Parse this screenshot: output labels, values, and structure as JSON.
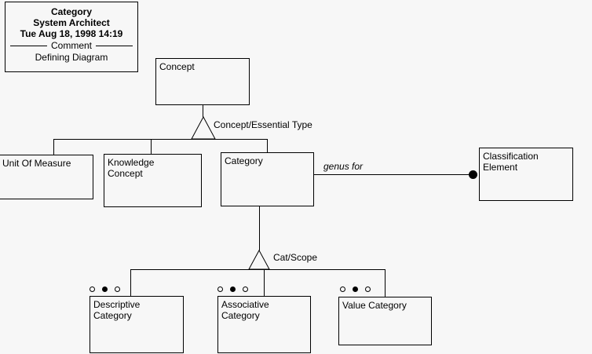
{
  "diagram": {
    "type": "uml-class-generalization-diagram",
    "background_color": "#f7f7f7",
    "line_color": "#000000"
  },
  "title_block": {
    "line1": "Category",
    "line2": "System Architect",
    "line3": "Tue Aug 18, 1998  14:19",
    "comment_label": "Comment",
    "comment_text": "Defining Diagram"
  },
  "classes": [
    {
      "id": "concept",
      "name": "Concept"
    },
    {
      "id": "unit-of-measure",
      "name": "Unit Of Measure"
    },
    {
      "id": "knowledge-concept",
      "name": "Knowledge\nConcept"
    },
    {
      "id": "category",
      "name": "Category"
    },
    {
      "id": "classification-element",
      "name": "Classification\nElement"
    },
    {
      "id": "descriptive-category",
      "name": "Descriptive\nCategory"
    },
    {
      "id": "associative-category",
      "name": "Associative\nCategory"
    },
    {
      "id": "value-category",
      "name": "Value Category"
    }
  ],
  "relationships": [
    {
      "id": "concept-essential-type",
      "label": "Concept/Essential Type",
      "kind": "generalization",
      "parent": "concept",
      "children": [
        "unit-of-measure",
        "knowledge-concept",
        "category"
      ]
    },
    {
      "id": "genus-for",
      "label": "genus for",
      "kind": "association",
      "style": "italic",
      "from": "category",
      "to": "classification-element",
      "end_marker": "filled-circle"
    },
    {
      "id": "cat-scope",
      "label": "Cat/Scope",
      "kind": "generalization",
      "parent": "category",
      "children": [
        "descriptive-category",
        "associative-category",
        "value-category"
      ]
    }
  ],
  "pip_markers": {
    "pattern": [
      "hollow",
      "filled",
      "hollow"
    ],
    "on": [
      "descriptive-category",
      "associative-category",
      "value-category"
    ]
  }
}
